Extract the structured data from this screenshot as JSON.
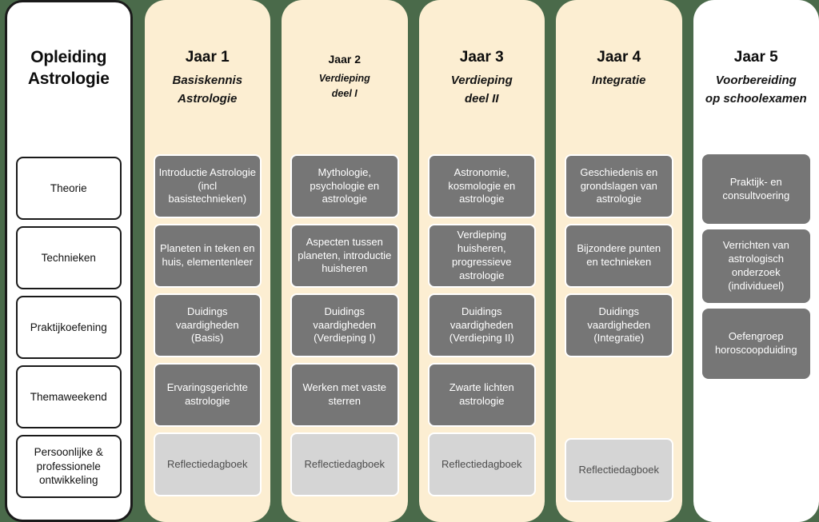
{
  "theme": {
    "background": "#4a6a4a",
    "year_column_bg": "#fceed2",
    "plain_column_bg": "#ffffff",
    "card_dark": "#767676",
    "card_light": "#d5d5d5",
    "card_dark_text": "#ffffff",
    "card_light_text": "#4d4d4d"
  },
  "overview": {
    "title_line1": "Opleiding",
    "title_line2": "Astrologie",
    "items": [
      {
        "label": "Theorie"
      },
      {
        "label": "Technieken"
      },
      {
        "label": "Praktijkoefening"
      },
      {
        "label": "Themaweekend"
      },
      {
        "label": "Persoonlijke & professionele ontwikkeling"
      }
    ]
  },
  "years": [
    {
      "title": "Jaar 1",
      "subtitle_line1": "Basiskennis",
      "subtitle_line2": "Astrologie",
      "cards": [
        {
          "label": "Introductie Astrologie (incl basistechnieken)",
          "style": "dark"
        },
        {
          "label": "Planeten in teken en huis, elementenleer",
          "style": "dark"
        },
        {
          "label": "Duidings vaardigheden (Basis)",
          "style": "dark"
        },
        {
          "label": "Ervaringsgerichte astrologie",
          "style": "dark"
        },
        {
          "label": "Reflectiedagboek",
          "style": "light"
        }
      ]
    },
    {
      "title": "Jaar 2",
      "subtitle_line1": "Verdieping",
      "subtitle_line2": "deel I",
      "cards": [
        {
          "label": "Mythologie, psychologie en astrologie",
          "style": "dark"
        },
        {
          "label": "Aspecten tussen planeten, introductie huisheren",
          "style": "dark"
        },
        {
          "label": "Duidings vaardigheden (Verdieping I)",
          "style": "dark"
        },
        {
          "label": "Werken met vaste sterren",
          "style": "dark"
        },
        {
          "label": "Reflectiedagboek",
          "style": "light"
        }
      ]
    },
    {
      "title": "Jaar 3",
      "subtitle_line1": "Verdieping",
      "subtitle_line2": "deel II",
      "cards": [
        {
          "label": "Astronomie, kosmologie en astrologie",
          "style": "dark"
        },
        {
          "label": "Verdieping huisheren, progressieve astrologie",
          "style": "dark"
        },
        {
          "label": "Duidings vaardigheden (Verdieping II)",
          "style": "dark"
        },
        {
          "label": "Zwarte lichten astrologie",
          "style": "dark"
        },
        {
          "label": "Reflectiedagboek",
          "style": "light"
        }
      ]
    },
    {
      "title": "Jaar 4",
      "subtitle_line1": "Integratie",
      "subtitle_line2": "",
      "cards": [
        {
          "label": "Geschiedenis en grondslagen van astrologie",
          "style": "dark"
        },
        {
          "label": "Bijzondere punten en technieken",
          "style": "dark"
        },
        {
          "label": "Duidings vaardigheden (Integratie)",
          "style": "dark"
        },
        {
          "label": "",
          "style": "spacer"
        },
        {
          "label": "Reflectiedagboek",
          "style": "light"
        }
      ]
    },
    {
      "title": "Jaar 5",
      "subtitle_line1": "Voorbereiding",
      "subtitle_line2": "op schoolexamen",
      "cards": [
        {
          "label": "Praktijk- en consultvoering",
          "style": "dark"
        },
        {
          "label": "Verrichten van astrologisch onderzoek (individueel)",
          "style": "dark"
        },
        {
          "label": "Oefengroep horoscoopduiding",
          "style": "dark"
        }
      ]
    }
  ]
}
